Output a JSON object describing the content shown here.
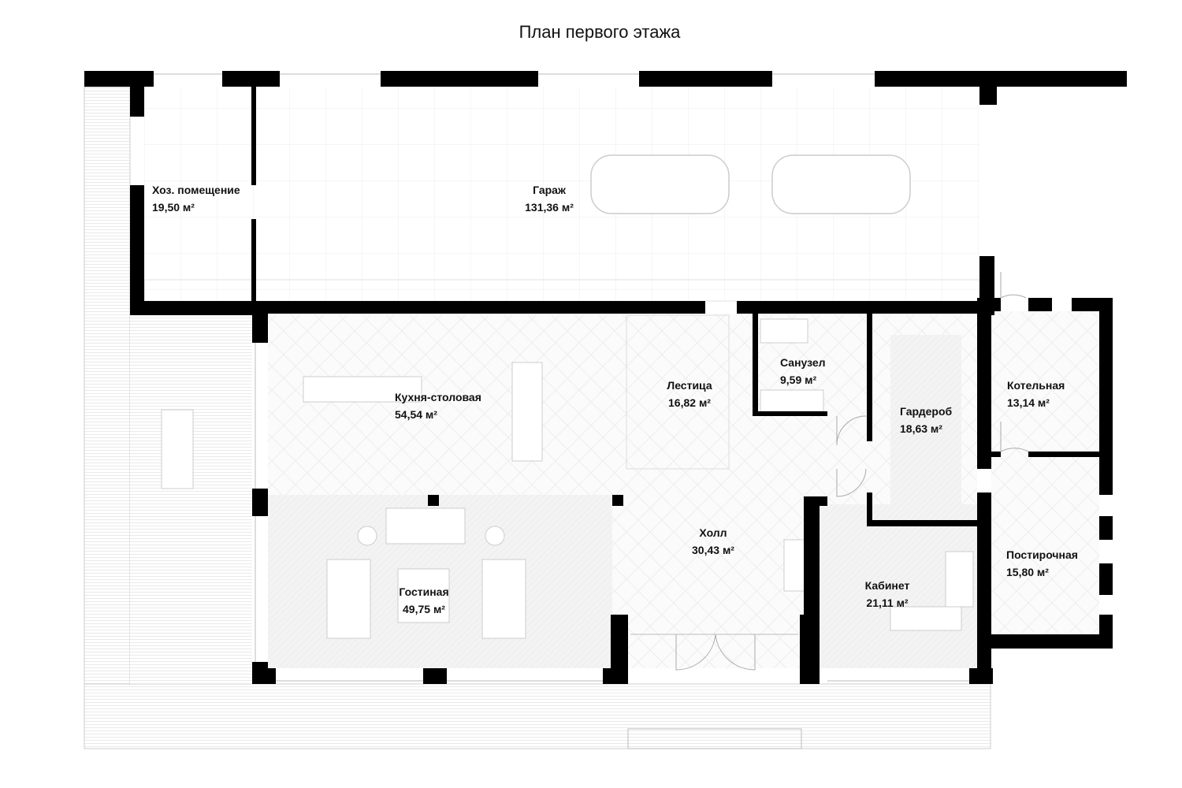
{
  "title": "План первого этажа",
  "rooms": [
    {
      "name": "Хоз. помещение",
      "area": "19,50 м²"
    },
    {
      "name": "Гараж",
      "area": "131,36 м²"
    },
    {
      "name": "Кухня-столовая",
      "area": "54,54 м²"
    },
    {
      "name": "Лестица",
      "area": "16,82 м²"
    },
    {
      "name": "Санузел",
      "area": "9,59 м²"
    },
    {
      "name": "Гардероб",
      "area": "18,63 м²"
    },
    {
      "name": "Котельная",
      "area": "13,14 м²"
    },
    {
      "name": "Гостиная",
      "area": "49,75 м²"
    },
    {
      "name": "Холл",
      "area": "30,43 м²"
    },
    {
      "name": "Кабинет",
      "area": "21,11 м²"
    },
    {
      "name": "Постирочная",
      "area": "15,80 м²"
    }
  ]
}
